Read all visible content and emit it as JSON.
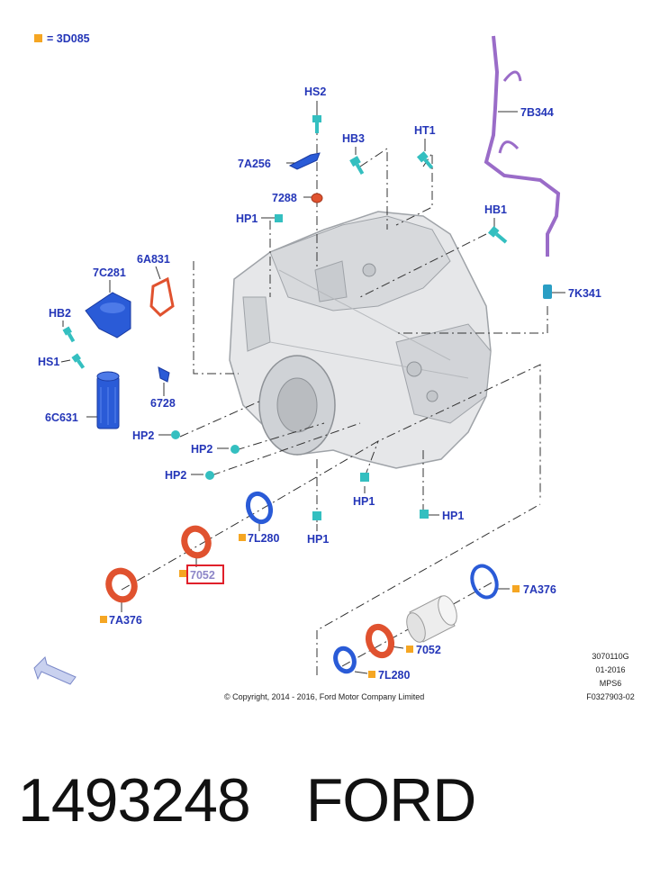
{
  "legend": {
    "text": "= 3D085",
    "color": "#f5a623"
  },
  "labels": {
    "HS2": "HS2",
    "7A256": "7A256",
    "HB3": "HB3",
    "HT1": "HT1",
    "7288": "7288",
    "HP1_top": "HP1",
    "HB1": "HB1",
    "7B344": "7B344",
    "6A831": "6A831",
    "7C281": "7C281",
    "HB2": "HB2",
    "HS1": "HS1",
    "6728": "6728",
    "6C631": "6C631",
    "7K341": "7K341",
    "HP2_a": "HP2",
    "HP2_b": "HP2",
    "HP2_c": "HP2",
    "HP1_mid": "HP1",
    "HP1_right": "HP1",
    "HP1_bottom": "HP1",
    "7L280_a": "7L280",
    "7052_a": "7052",
    "7A376_a": "7A376",
    "7A376_b": "7A376",
    "7052_b": "7052",
    "7L280_b": "7L280"
  },
  "info": {
    "line1": "3070110G",
    "line2": "01-2016",
    "line3": "MPS6",
    "line4": "F0327903-02"
  },
  "copyright": "© Copyright, 2014 - 2016, Ford Motor Company Limited",
  "caption": {
    "part_number": "1493248",
    "brand": "FORD"
  },
  "colors": {
    "label": "#2436b8",
    "highlight_box": "#e0202a",
    "seal": "#e0522f",
    "teal": "#34bfc0",
    "blue_part": "#2a5bd7",
    "purple_part": "#9a6cc8"
  }
}
